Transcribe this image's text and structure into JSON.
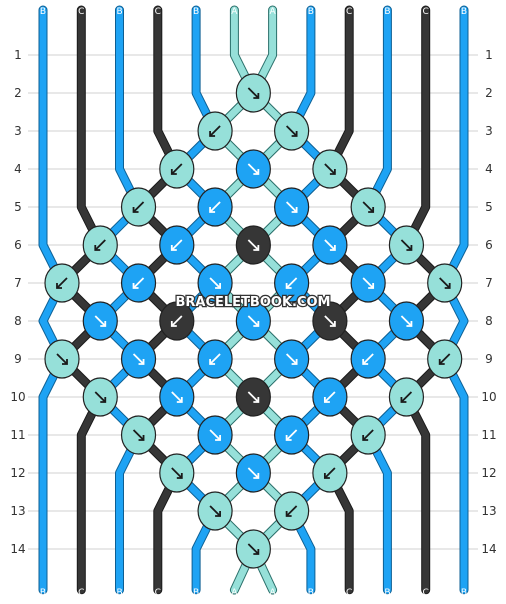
{
  "watermark": "BRACELETBOOK.COM",
  "colors": {
    "A": "#96e0d9",
    "B": "#1ea3f4",
    "C": "#363636"
  },
  "top_strands": [
    "B",
    "C",
    "B",
    "C",
    "B",
    "A",
    "A",
    "B",
    "C",
    "B",
    "C",
    "B"
  ],
  "bottom_strands": [
    "B",
    "C",
    "B",
    "C",
    "B",
    "A",
    "A",
    "B",
    "C",
    "B",
    "C",
    "B"
  ],
  "row_labels": [
    "1",
    "2",
    "3",
    "4",
    "5",
    "6",
    "7",
    "8",
    "9",
    "10",
    "11",
    "12",
    "13",
    "14"
  ],
  "knots": [
    {
      "row": 2,
      "col": 5,
      "color": "A",
      "dir": "se"
    },
    {
      "row": 3,
      "col": 4,
      "color": "A",
      "dir": "sw"
    },
    {
      "row": 3,
      "col": 6,
      "color": "A",
      "dir": "se"
    },
    {
      "row": 4,
      "col": 3,
      "color": "A",
      "dir": "sw"
    },
    {
      "row": 4,
      "col": 5,
      "color": "B",
      "dir": "se"
    },
    {
      "row": 4,
      "col": 7,
      "color": "A",
      "dir": "se"
    },
    {
      "row": 5,
      "col": 2,
      "color": "A",
      "dir": "sw"
    },
    {
      "row": 5,
      "col": 4,
      "color": "B",
      "dir": "sw"
    },
    {
      "row": 5,
      "col": 6,
      "color": "B",
      "dir": "se"
    },
    {
      "row": 5,
      "col": 8,
      "color": "A",
      "dir": "se"
    },
    {
      "row": 6,
      "col": 1,
      "color": "A",
      "dir": "sw"
    },
    {
      "row": 6,
      "col": 3,
      "color": "B",
      "dir": "sw"
    },
    {
      "row": 6,
      "col": 5,
      "color": "C",
      "dir": "se"
    },
    {
      "row": 6,
      "col": 7,
      "color": "B",
      "dir": "se"
    },
    {
      "row": 6,
      "col": 9,
      "color": "A",
      "dir": "se"
    },
    {
      "row": 7,
      "col": 0,
      "color": "A",
      "dir": "sw"
    },
    {
      "row": 7,
      "col": 2,
      "color": "B",
      "dir": "sw"
    },
    {
      "row": 7,
      "col": 4,
      "color": "B",
      "dir": "se"
    },
    {
      "row": 7,
      "col": 6,
      "color": "B",
      "dir": "sw"
    },
    {
      "row": 7,
      "col": 8,
      "color": "B",
      "dir": "se"
    },
    {
      "row": 7,
      "col": 10,
      "color": "A",
      "dir": "se"
    },
    {
      "row": 8,
      "col": 1,
      "color": "B",
      "dir": "se"
    },
    {
      "row": 8,
      "col": 3,
      "color": "C",
      "dir": "sw"
    },
    {
      "row": 8,
      "col": 5,
      "color": "B",
      "dir": "se"
    },
    {
      "row": 8,
      "col": 7,
      "color": "C",
      "dir": "se"
    },
    {
      "row": 8,
      "col": 9,
      "color": "B",
      "dir": "se"
    },
    {
      "row": 9,
      "col": 0,
      "color": "A",
      "dir": "se"
    },
    {
      "row": 9,
      "col": 2,
      "color": "B",
      "dir": "se"
    },
    {
      "row": 9,
      "col": 4,
      "color": "B",
      "dir": "sw"
    },
    {
      "row": 9,
      "col": 6,
      "color": "B",
      "dir": "se"
    },
    {
      "row": 9,
      "col": 8,
      "color": "B",
      "dir": "sw"
    },
    {
      "row": 9,
      "col": 10,
      "color": "A",
      "dir": "sw"
    },
    {
      "row": 10,
      "col": 1,
      "color": "A",
      "dir": "se"
    },
    {
      "row": 10,
      "col": 3,
      "color": "B",
      "dir": "se"
    },
    {
      "row": 10,
      "col": 5,
      "color": "C",
      "dir": "se"
    },
    {
      "row": 10,
      "col": 7,
      "color": "B",
      "dir": "sw"
    },
    {
      "row": 10,
      "col": 9,
      "color": "A",
      "dir": "sw"
    },
    {
      "row": 11,
      "col": 2,
      "color": "A",
      "dir": "se"
    },
    {
      "row": 11,
      "col": 4,
      "color": "B",
      "dir": "se"
    },
    {
      "row": 11,
      "col": 6,
      "color": "B",
      "dir": "sw"
    },
    {
      "row": 11,
      "col": 8,
      "color": "A",
      "dir": "sw"
    },
    {
      "row": 12,
      "col": 3,
      "color": "A",
      "dir": "se"
    },
    {
      "row": 12,
      "col": 5,
      "color": "B",
      "dir": "se"
    },
    {
      "row": 12,
      "col": 7,
      "color": "A",
      "dir": "sw"
    },
    {
      "row": 13,
      "col": 4,
      "color": "A",
      "dir": "se"
    },
    {
      "row": 13,
      "col": 6,
      "color": "A",
      "dir": "sw"
    },
    {
      "row": 14,
      "col": 5,
      "color": "A",
      "dir": "se"
    }
  ]
}
